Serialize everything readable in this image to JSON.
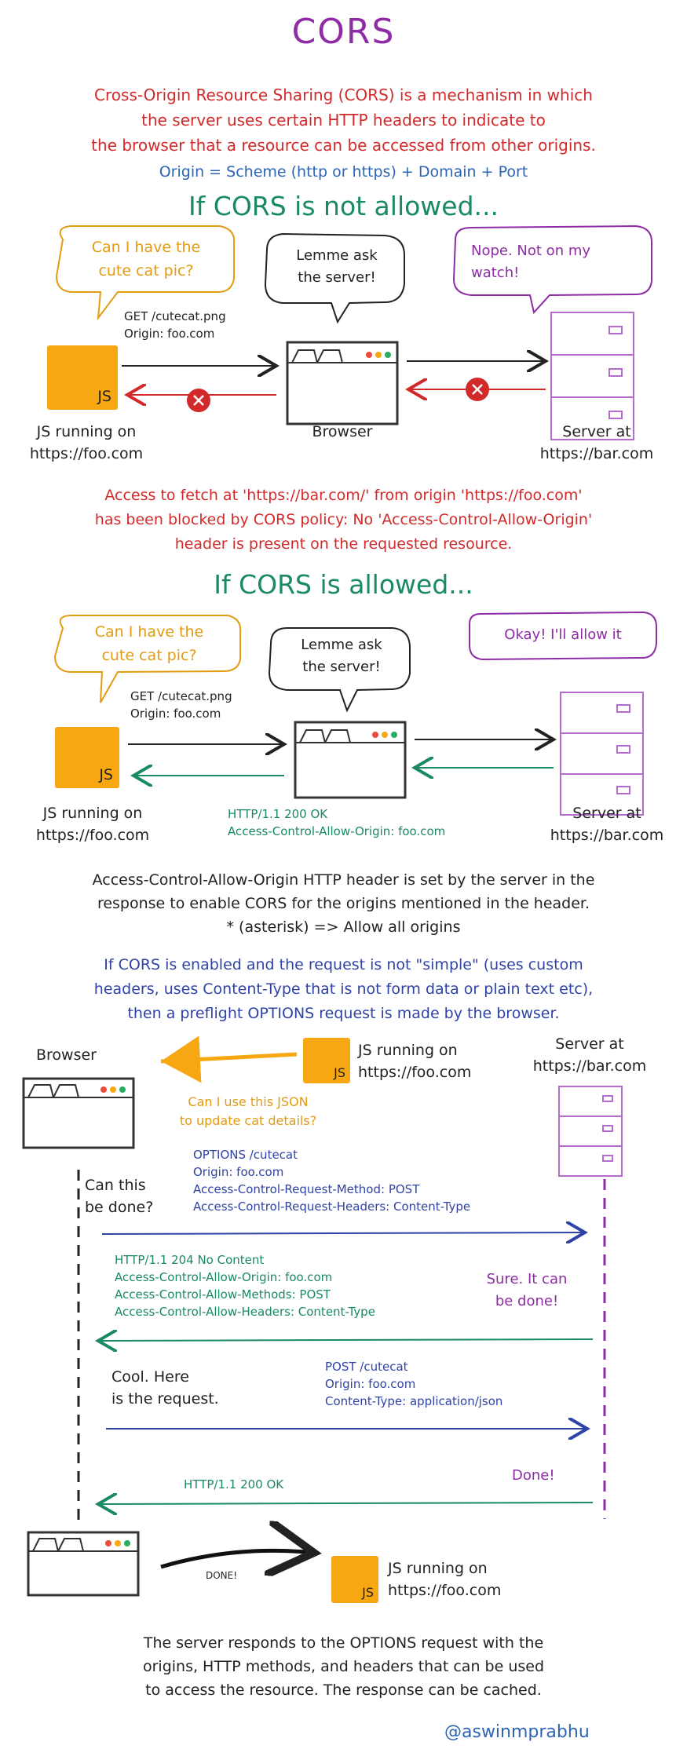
{
  "title": "CORS",
  "intro": {
    "line1": "Cross-Origin Resource Sharing (CORS) is a mechanism in which",
    "line2": "the server uses certain HTTP headers to indicate to",
    "line3": "the browser that a resource can be accessed from other origins.",
    "origin_formula": "Origin = Scheme (http or https) + Domain + Port"
  },
  "section_not_allowed": {
    "heading": "If CORS is not allowed...",
    "client_bubble": [
      "Can I have the",
      "cute cat pic?"
    ],
    "browser_bubble": [
      "Lemme ask",
      "the server!"
    ],
    "server_bubble": [
      "Nope. Not on my",
      "watch!"
    ],
    "request": [
      "GET /cutecat.png",
      "Origin: foo.com"
    ],
    "js_label": "JS",
    "client_label": [
      "JS running on",
      "https://foo.com"
    ],
    "browser_label": "Browser",
    "server_label": [
      "Server at",
      "https://bar.com"
    ],
    "error": [
      "Access to fetch at 'https://bar.com/' from origin 'https://foo.com'",
      "has been blocked by CORS policy: No 'Access-Control-Allow-Origin'",
      "header is present on the requested resource."
    ]
  },
  "section_allowed": {
    "heading": "If CORS is allowed...",
    "client_bubble": [
      "Can I have the",
      "cute cat pic?"
    ],
    "browser_bubble": [
      "Lemme ask",
      "the server!"
    ],
    "server_bubble": "Okay! I'll allow it",
    "request": [
      "GET /cutecat.png",
      "Origin: foo.com"
    ],
    "response": [
      "HTTP/1.1 200 OK",
      "Access-Control-Allow-Origin: foo.com"
    ],
    "js_label": "JS",
    "client_label": [
      "JS running on",
      "https://foo.com"
    ],
    "server_label": [
      "Server at",
      "https://bar.com"
    ],
    "explanation": [
      "Access-Control-Allow-Origin HTTP header is set by the server in the",
      "response to enable CORS for the origins mentioned in the header.",
      "* (asterisk) => Allow all origins"
    ]
  },
  "preflight": {
    "intro": [
      "If CORS is enabled and the request is not \"simple\" (uses custom",
      "headers, uses Content-Type that is not form data or plain text etc),",
      "then a preflight OPTIONS request is made by the browser."
    ],
    "browser_label": "Browser",
    "client_label": [
      "JS running on",
      "https://foo.com"
    ],
    "server_label": [
      "Server at",
      "https://bar.com"
    ],
    "js_label": "JS",
    "client_question": [
      "Can I use this JSON",
      "to update cat details?"
    ],
    "browser_note_1": [
      "Can this",
      "be done?"
    ],
    "options_request": [
      "OPTIONS /cutecat",
      "Origin: foo.com",
      "Access-Control-Request-Method: POST",
      "Access-Control-Request-Headers: Content-Type"
    ],
    "options_response": [
      "HTTP/1.1 204 No Content",
      "Access-Control-Allow-Origin: foo.com",
      "Access-Control-Allow-Methods: POST",
      "Access-Control-Allow-Headers: Content-Type"
    ],
    "server_note_1": [
      "Sure. It can",
      "be done!"
    ],
    "browser_note_2": [
      "Cool. Here",
      "is the request."
    ],
    "post_request": [
      "POST /cutecat",
      "Origin: foo.com",
      "Content-Type: application/json"
    ],
    "server_note_2": "Done!",
    "final_response": "HTTP/1.1 200 OK",
    "done_label": "DONE!",
    "final_client_label": [
      "JS running on",
      "https://foo.com"
    ]
  },
  "conclusion": [
    "The server responds to the OPTIONS request with the",
    "origins, HTTP methods, and headers that can be used",
    "to access the resource. The response can be cached."
  ],
  "author": "@aswinmprabhu",
  "colors": {
    "title": "#8e2ba5",
    "error": "#d22a2a",
    "heading": "#1a8a62",
    "request_arrow": "#222222",
    "response_ok_arrow": "#1a8a62",
    "blocked_arrow": "#d22a2a",
    "preflight_request_arrow": "#2f43a6",
    "client": "#e39b12",
    "server": "#8e2ba5",
    "browser_dots": [
      "#e74c3c",
      "#f7a712",
      "#27ae60"
    ]
  }
}
